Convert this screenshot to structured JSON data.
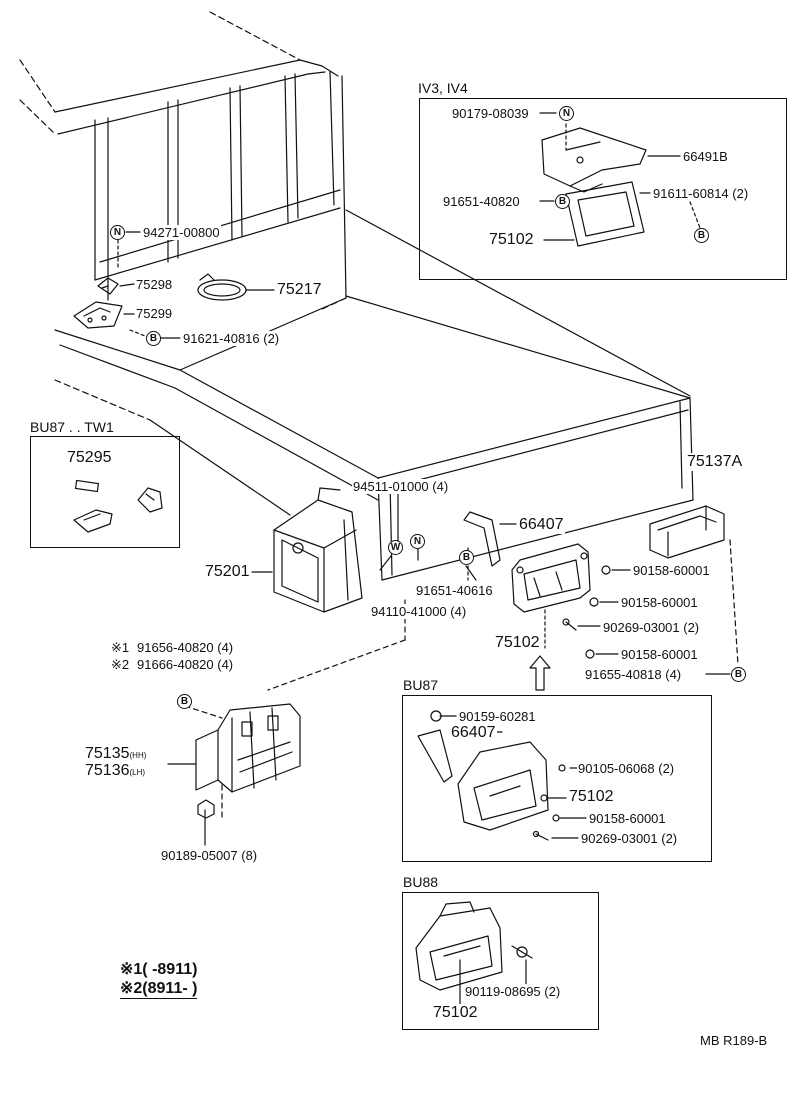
{
  "sections": {
    "iv": "IV3, IV4",
    "bu87_tw1": "BU87 . . TW1",
    "bu87": "BU87",
    "bu88": "BU88"
  },
  "symbols": {
    "n": "N",
    "b": "B",
    "w": "W"
  },
  "parts": {
    "p94271": "94271-00800",
    "p75298": "75298",
    "p75217": "75217",
    "p75299": "75299",
    "p91621": "91621-40816 (2)",
    "iv_90179": "90179-08039",
    "iv_66491b": "66491B",
    "iv_91651": "91651-40820",
    "iv_91611": "91611-60814 (2)",
    "iv_75102": "75102",
    "p75295": "75295",
    "p75137a": "75137A",
    "p94511": "94511-01000 (4)",
    "p66407": "66407",
    "p75201": "75201",
    "p91651_40616": "91651-40616",
    "p94110": "94110-41000 (4)",
    "p90158_a": "90158-60001",
    "p90158_b": "90158-60001",
    "p90269": "90269-03001 (2)",
    "p90158_c": "90158-60001",
    "p75102_main": "75102",
    "p91655": "91655-40818 (4)",
    "p91656": "91656-40820 (4)",
    "p91666": "91666-40820 (4)",
    "p75135": "75135",
    "p75135_sfx": "(HH)",
    "p75136": "75136",
    "p75136_sfx": "(LH)",
    "p90189": "90189-05007 (8)",
    "bu87_90159": "90159-60281",
    "bu87_66407": "66407",
    "bu87_90105": "90105-06068 (2)",
    "bu87_75102": "75102",
    "bu87_90158": "90158-60001",
    "bu87_90269": "90269-03001 (2)",
    "bu88_90119": "90119-08695 (2)",
    "bu88_75102": "75102"
  },
  "notes": {
    "m1": "※1",
    "m2": "※2",
    "legend1": "※1(      -8911)",
    "legend2": "※2(8911-      )"
  },
  "figure_code": "MB R189-B"
}
